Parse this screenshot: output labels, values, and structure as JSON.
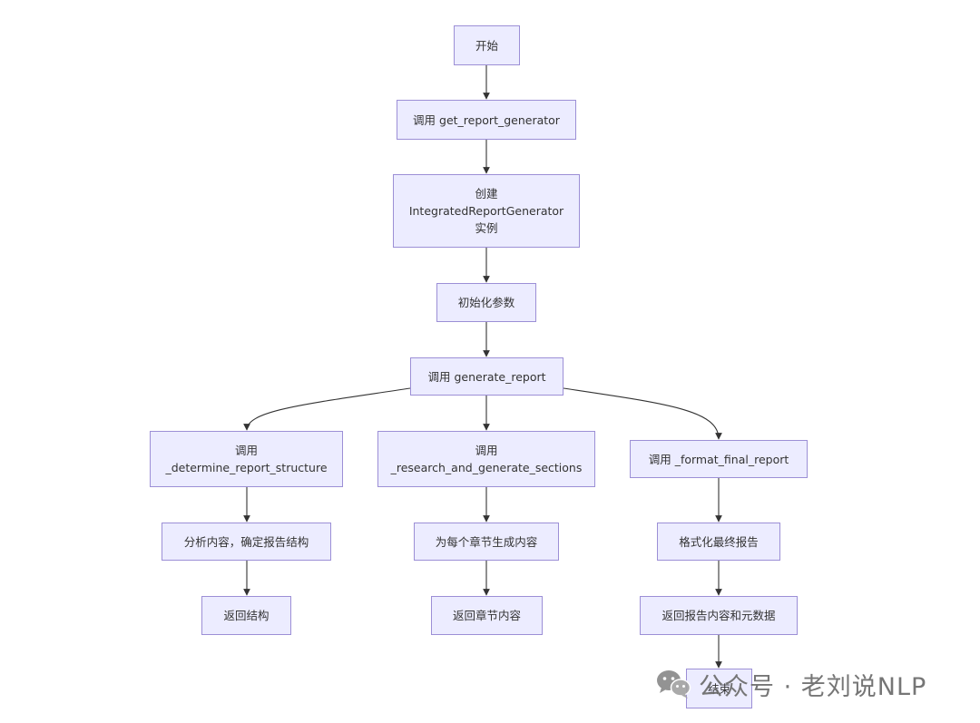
{
  "nodes": {
    "start": "开始",
    "get_report_generator": "调用 get_report_generator",
    "create_instance": "创建\nIntegratedReportGenerator\n实例",
    "init_params": "初始化参数",
    "generate_report": "调用 generate_report",
    "determine_structure": "调用\n_determine_report_structure",
    "research_sections": "调用\n_research_and_generate_sections",
    "format_final": "调用 _format_final_report",
    "analyze_content": "分析内容，确定报告结构",
    "generate_section_content": "为每个章节生成内容",
    "format_report": "格式化最终报告",
    "return_structure": "返回结构",
    "return_sections": "返回章节内容",
    "return_report": "返回报告内容和元数据",
    "end": "结束"
  },
  "watermark": {
    "text": "公众号 · 老刘说NLP",
    "icon": "wechat-icon"
  },
  "colors": {
    "node_fill": "#ececff",
    "node_border": "#9c8fd6",
    "edge": "#333333"
  }
}
